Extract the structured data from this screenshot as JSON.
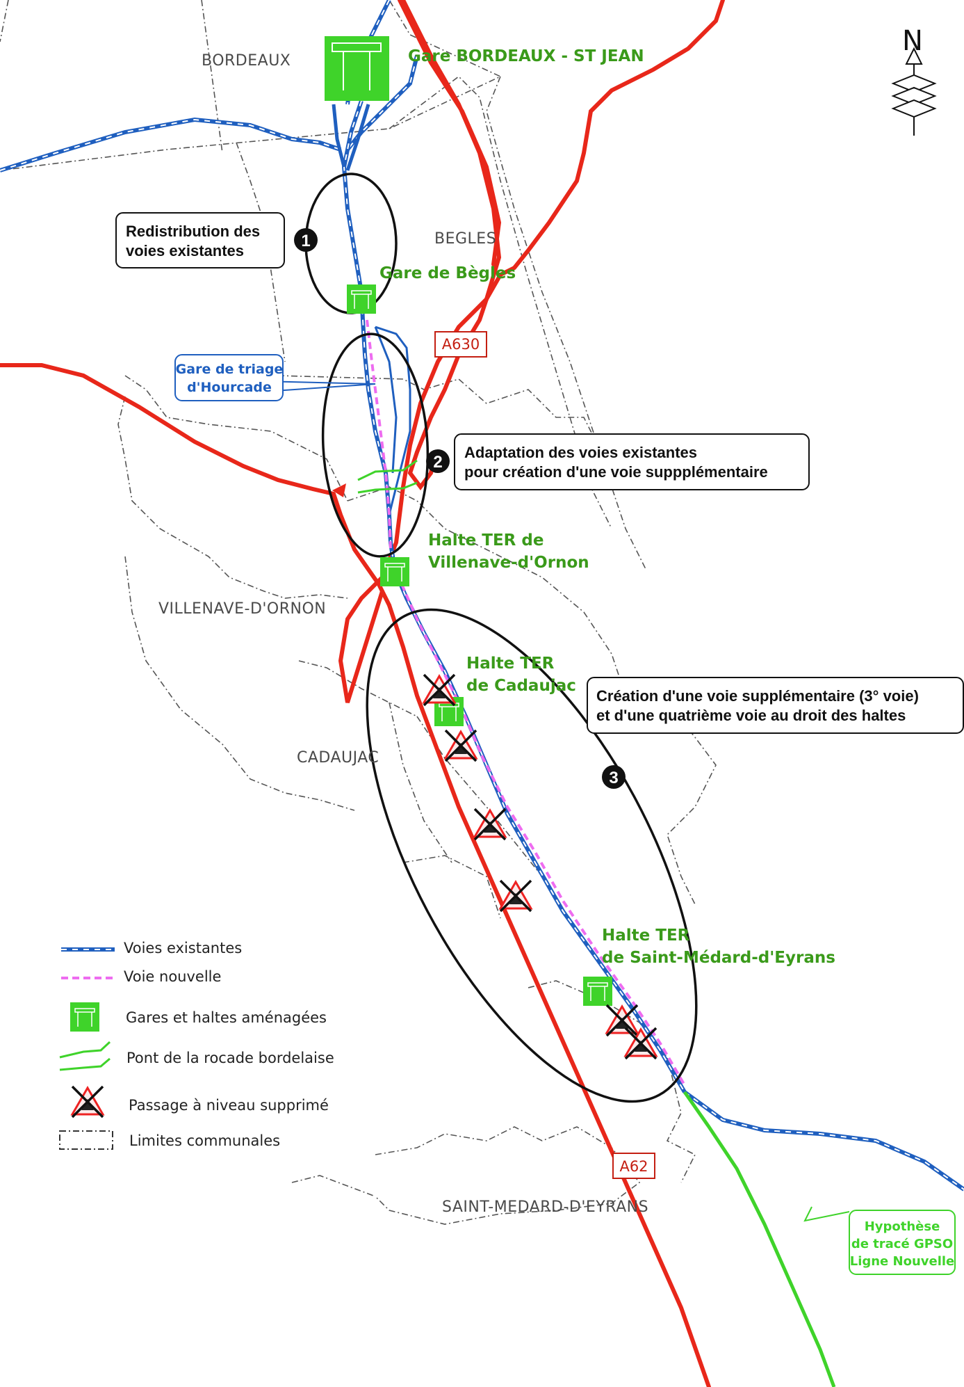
{
  "communes": {
    "bordeaux": "BORDEAUX",
    "begles": "BEGLES",
    "villenave": "VILLENAVE-D'ORNON",
    "cadaujac": "CADAUJAC",
    "saint_medard": "SAINT-MEDARD-D'EYRANS"
  },
  "stations": {
    "bordeaux_st_jean": "Gare BORDEAUX - ST JEAN",
    "begles": "Gare de Bègles",
    "villenave_line1": "Halte TER de",
    "villenave_line2": "Villenave-d'Ornon",
    "cadaujac_line1": "Halte TER",
    "cadaujac_line2": "de Cadaujac",
    "saint_medard_line1": "Halte TER",
    "saint_medard_line2": "de Saint-Médard-d'Eyrans"
  },
  "yard": {
    "line1": "Gare de triage",
    "line2": "d'Hourcade"
  },
  "roads": {
    "a630": "A630",
    "a62": "A62"
  },
  "zones": [
    {
      "number": "1",
      "line1": "Redistribution des",
      "line2": "voies existantes"
    },
    {
      "number": "2",
      "line1": "Adaptation des voies existantes",
      "line2": "pour création d'une voie suppplémentaire"
    },
    {
      "number": "3",
      "line1": "Création d'une voie supplémentaire (3° voie)",
      "line2": "et d'une quatrième voie au droit des haltes"
    }
  ],
  "gpso": {
    "line1": "Hypothèse",
    "line2": "de tracé GPSO",
    "line3": "Ligne Nouvelle"
  },
  "north": "N",
  "legend": {
    "existing": "Voies existantes",
    "new": "Voie nouvelle",
    "stations": "Gares et haltes aménagées",
    "bridge": "Pont de la rocade bordelaise",
    "crossing": "Passage à niveau supprimé",
    "boundaries": "Limites communales"
  },
  "colors": {
    "road": "#e8271a",
    "rail_blue": "#1f5fbf",
    "new_track": "#ee6cf0",
    "station_green": "#3fd32a",
    "label_green": "#3a9a1a",
    "gpso_green": "#3fd32a"
  }
}
